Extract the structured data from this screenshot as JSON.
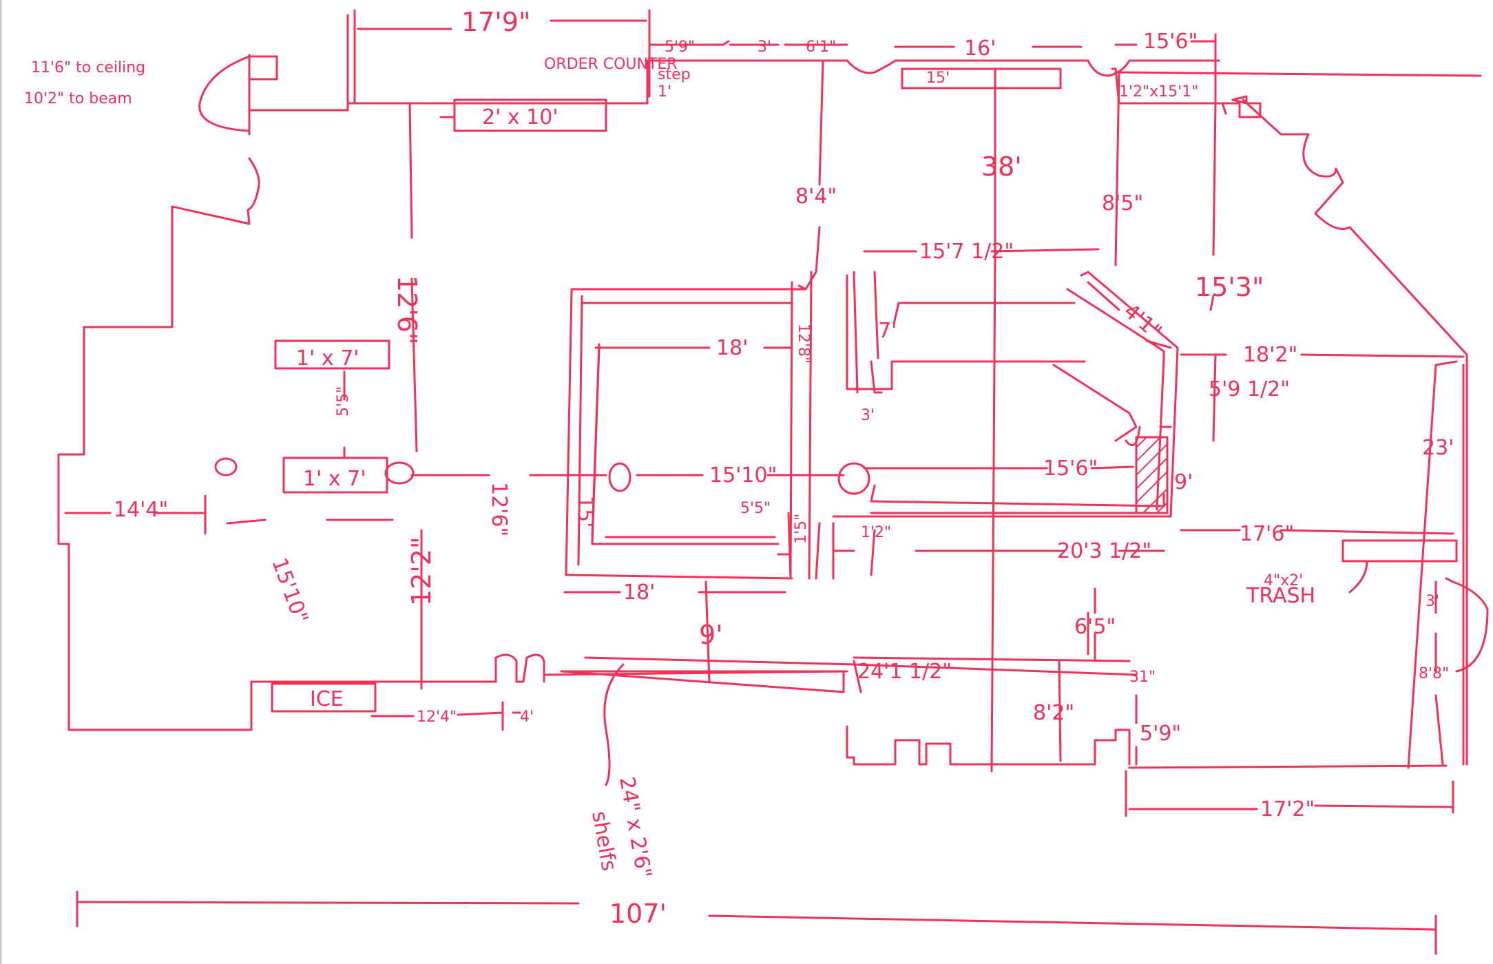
{
  "dimensions": {
    "top_width_left": "17'9\"",
    "top_seg_a": "5'9\"",
    "top_seg_b": "3'",
    "top_seg_c": "6'1\"",
    "top_seg_d": "16'",
    "top_right": "15'6\"",
    "top_box": "15'",
    "top_right_box": "1'2\"x15'1\"",
    "beam_note": "10'2\" to beam",
    "ceiling_note": "11'6\" to ceiling",
    "order_counter": "ORDER COUNTER",
    "step": "step",
    "step_depth": "1'",
    "counter_size": "2' x 10'",
    "left_vertical_upper": "12'6\"",
    "right_drop": "8'4\"",
    "center_height": "38'",
    "right_drop_b": "8'5\"",
    "right_height": "15'3\"",
    "table_top_1": "1' x 7'",
    "table_top_1_gap": "5'5\"",
    "table_top_2": "1' x 7'",
    "left_wall": "14'4\"",
    "diag_15_10": "15'10\"",
    "gap_12_6": "12'6\"",
    "bar_width": "18'",
    "bar_side": "12'8\"",
    "bar_height": "15'",
    "bar_inner": "15'10\"",
    "bar_small": "5'5\"",
    "bar_bottom": "18'",
    "left_lower": "12'2\"",
    "gap_9": "9'",
    "lounge_top": "15'7 1/2\"",
    "lounge_diag": "4'1\"",
    "lounge_left": "7'",
    "lounge_step": "3'",
    "lounge_inner": "15'6\"",
    "lounge_9": "9'",
    "lounge_small": "1'2\"",
    "lounge_1_5": "1'5\"",
    "lounge_bottom": "20'3 1/2\"",
    "right_side": "18'2\"",
    "right_side_sub": "5'9 1/2\"",
    "right_23": "23'",
    "right_17_6": "17'6\"",
    "trash": "TRASH",
    "trash_size": "4\"x2'",
    "right_3": "3'",
    "right_8_8": "8'8\"",
    "gap_6_5": "6'5\"",
    "bottom_24": "24'1 1/2\"",
    "bottom_31": "31\"",
    "bottom_8_2": "8'2\"",
    "bottom_5_9": "5'9\"",
    "bottom_17_2": "17'2\"",
    "ice": "ICE",
    "ice_dim": "12'4\"",
    "ice_small": "4'",
    "shelf_size": "24\" x 2'6\"",
    "shelf_label": "shelfs",
    "total_width": "107'"
  }
}
